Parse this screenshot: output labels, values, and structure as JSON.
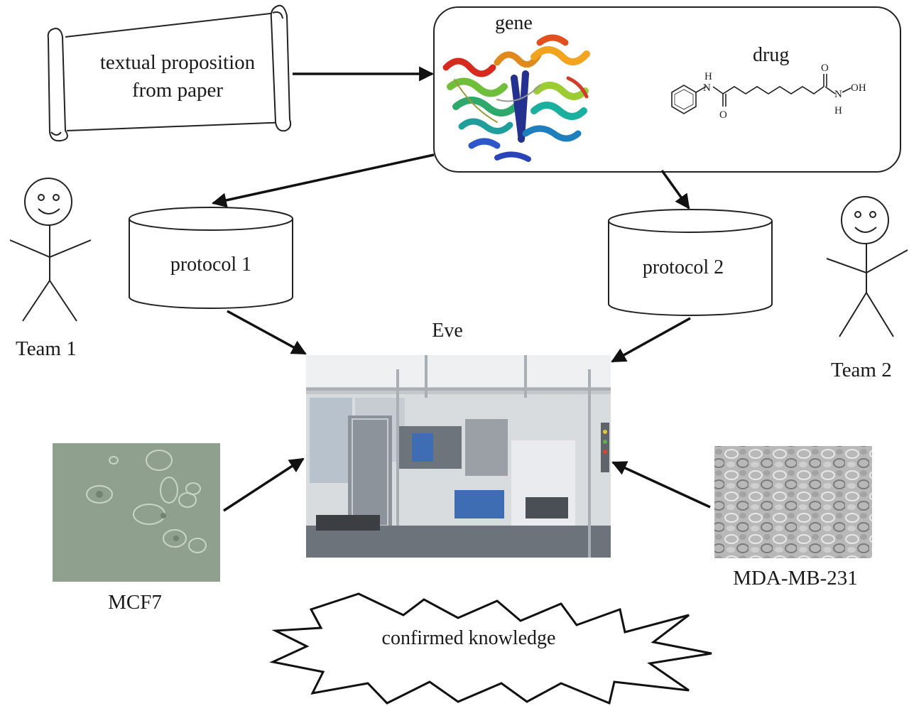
{
  "nodes": {
    "scroll": {
      "line1": "textual proposition",
      "line2": "from paper"
    },
    "gene_drug_box": {
      "gene_label": "gene",
      "drug_label": "drug"
    },
    "protocol1": {
      "label": "protocol 1"
    },
    "protocol2": {
      "label": "protocol 2"
    },
    "team1": {
      "label": "Team 1"
    },
    "team2": {
      "label": "Team 2"
    },
    "eve": {
      "label": "Eve"
    },
    "mcf7": {
      "label": "MCF7"
    },
    "mda": {
      "label": "MDA-MB-231"
    },
    "knowledge": {
      "label": "confirmed knowledge"
    }
  },
  "chemistry": {
    "h_top": "H",
    "n_left": "N",
    "o_left": "O",
    "o_right": "O",
    "n_right": "N",
    "oh": "OH",
    "h_bottom": "H"
  },
  "edges": [
    {
      "from": "scroll",
      "to": "gene_drug_box"
    },
    {
      "from": "gene_drug_box",
      "to": "protocol1"
    },
    {
      "from": "gene_drug_box",
      "to": "protocol2"
    },
    {
      "from": "protocol1",
      "to": "eve"
    },
    {
      "from": "protocol2",
      "to": "eve"
    },
    {
      "from": "mcf7",
      "to": "eve"
    },
    {
      "from": "mda",
      "to": "eve"
    }
  ],
  "colors": {
    "line": "#111111",
    "mcf7_bg": "#8fa08f",
    "mda_bg": "#b9b9b9",
    "lab_frame": "#cfd3d6"
  }
}
